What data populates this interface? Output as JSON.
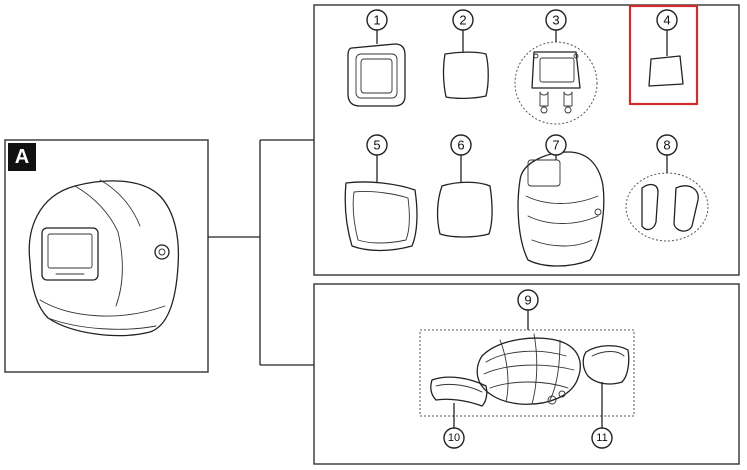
{
  "main_label": "A",
  "callouts": [
    "1",
    "2",
    "3",
    "4",
    "5",
    "6",
    "7",
    "8",
    "9",
    "10",
    "11"
  ],
  "colors": {
    "highlight": "#d42a2a",
    "badge": "#111111"
  }
}
